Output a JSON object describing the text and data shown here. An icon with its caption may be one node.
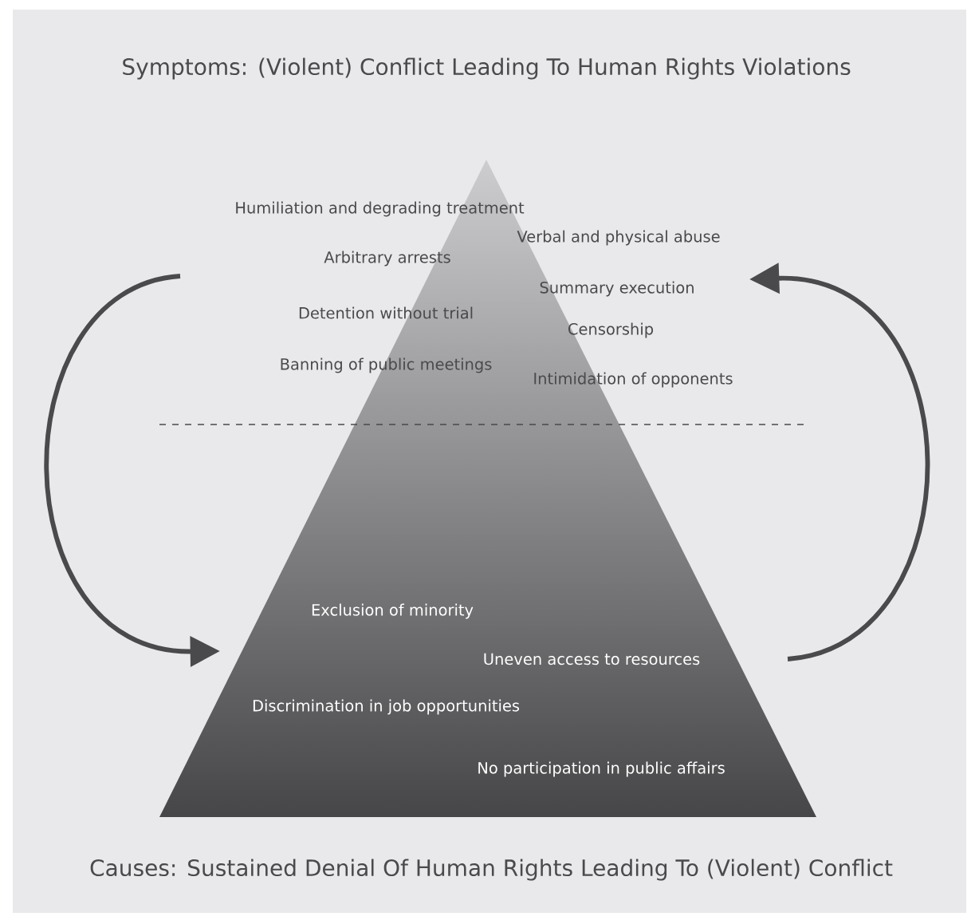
{
  "diagram": {
    "title": "Symptoms: (Violent) Conflict Leading To Human Rights Violations",
    "caption": "Causes: Sustained Denial Of Human Rights Leading To (Violent) Conflict",
    "labels": [
      "Humiliation and degrading treatment",
      "Verbal and physical abuse",
      "Arbitrary arrests",
      "Summary execution",
      "Detention without trial",
      "Censorship",
      "Banning of public meetings",
      "Intimidation of opponents",
      "Exclusion of minority",
      "Uneven access to resources",
      "Discrimination in job opportunities",
      "No participation in public affairs"
    ]
  }
}
